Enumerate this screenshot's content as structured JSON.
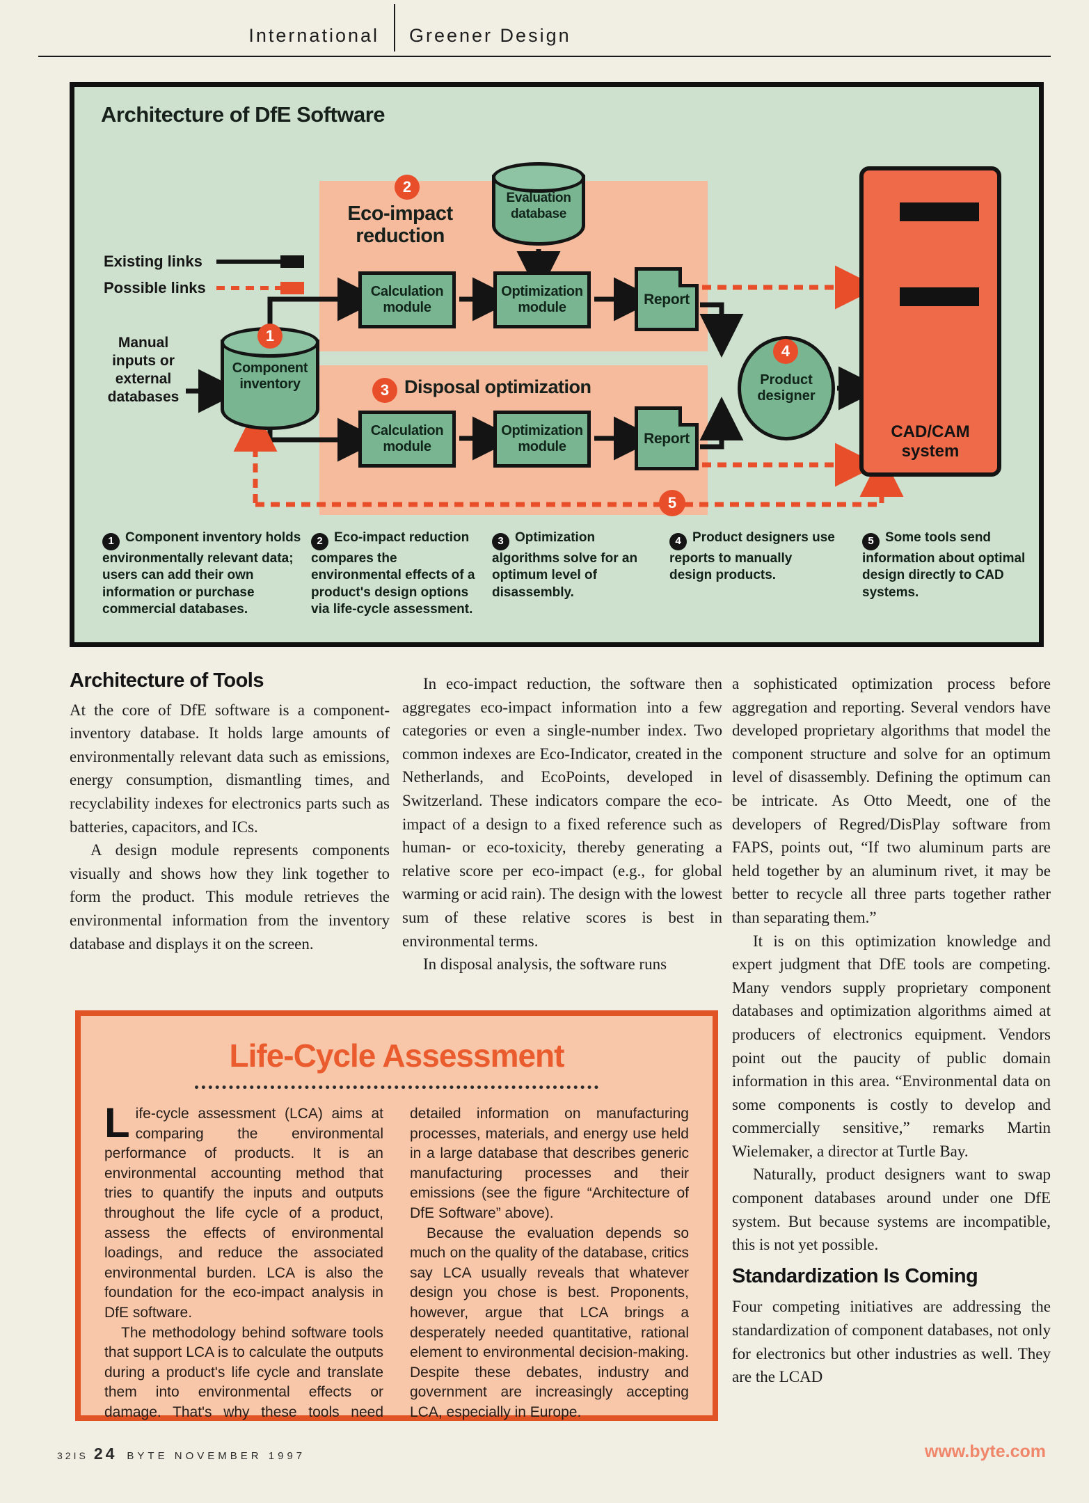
{
  "colors": {
    "accent": "#e84e2a",
    "salmon": "#f6ba9c",
    "green": "#79b591",
    "green-lid": "#8ec4a4",
    "figbg": "#cde1ce",
    "cad": "#ef6a48",
    "lcabg": "#f8c7a9",
    "lcaborder": "#e05425",
    "lcatitle": "#ea5c2d",
    "byte": "#f0876b"
  },
  "page": {
    "header": {
      "section": "International",
      "title": "Greener Design"
    },
    "footer": {
      "folio_prefix": "32IS",
      "page_number": "24",
      "magazine": "BYTE  NOVEMBER 1997",
      "site": "www.byte.com"
    }
  },
  "diagram": {
    "title": "Architecture of DfE Software",
    "legend": {
      "existing": "Existing links",
      "possible": "Possible links"
    },
    "manual_label": "Manual inputs or external databases",
    "sections": {
      "eco": "Eco-impact reduction",
      "disposal": "Disposal optimization"
    },
    "nodes": {
      "component_inventory": "Component inventory",
      "evaluation_database": "Evaluation database",
      "calculation_module": "Calculation module",
      "optimization_module": "Optimization module",
      "report": "Report",
      "product_designer": "Product designer",
      "cadcam": "CAD/CAM system"
    },
    "captions": [
      {
        "num": "1",
        "text": "Component inventory holds environmentally relevant data; users can add their own information or purchase commercial databases."
      },
      {
        "num": "2",
        "text": "Eco-impact reduction compares the environmental effects of a product's design options via life-cycle assessment."
      },
      {
        "num": "3",
        "text": "Optimization algorithms solve for an optimum level of disassembly."
      },
      {
        "num": "4",
        "text": "Product designers use reports to manually design products."
      },
      {
        "num": "5",
        "text": "Some tools send information about optimal design directly to CAD systems."
      }
    ]
  },
  "article": {
    "col1_heading": "Architecture of Tools",
    "col1_p1": "At the core of DfE software is a component-inventory database. It holds large amounts of environmentally relevant data such as emissions, energy consumption, dismantling times, and recyclability indexes for electronics parts such as batteries, capacitors, and ICs.",
    "col1_p2": "A design module represents components visually and shows how they link together to form the product. This module retrieves the environmental information from the inventory database and displays it on the screen.",
    "col2_p1": "In eco-impact reduction, the software then aggregates eco-impact information into a few categories or even a single-number index. Two common indexes are Eco-Indicator, created in the Netherlands, and EcoPoints, developed in Switzerland. These indicators compare the eco-impact of a design to a fixed reference such as human- or eco-toxicity, thereby generating a relative score per eco-impact (e.g., for global warming or acid rain). The design with the lowest sum of these relative scores is best in environmental terms.",
    "col2_p2": "In disposal analysis, the software runs",
    "col3_p1": "a sophisticated optimization process before aggregation and reporting. Several vendors have developed proprietary algorithms that model the component structure and solve for an optimum level of disassembly. Defining the optimum can be intricate. As Otto Meedt, one of the developers of Regred/DisPlay software from FAPS, points out, “If two aluminum parts are held together by an aluminum rivet, it may be better to recycle all three parts together rather than separating them.”",
    "col3_p2": "It is on this optimization knowledge and expert judgment that DfE tools are competing. Many vendors supply proprietary component databases and optimization algorithms aimed at producers of electronics equipment. Vendors point out the paucity of public domain information in this area. “Environmental data on some components is costly to develop and commercially sensitive,” remarks Martin Wielemaker, a director at Turtle Bay.",
    "col3_p3": "Naturally, product designers want to swap component databases around under one DfE system. But because systems are incompatible, this is not yet possible.",
    "col3_heading": "Standardization Is Coming",
    "col3_p4": "Four competing initiatives are addressing the standardization of component databases, not only for electronics but other industries as well. They are the LCAD"
  },
  "lca": {
    "title": "Life-Cycle Assessment",
    "p1": "Life-cycle assessment (LCA) aims at comparing the environmental performance of products. It is an environmental accounting method that tries to quantify the inputs and outputs throughout the life cycle of a product, assess the effects of environmental loadings, and reduce the associated environmental burden. LCA is also the foundation for the eco-impact analysis in DfE software.",
    "p2": "The methodology behind software tools that support LCA is to calculate the outputs during a product's life cycle and translate them into environmental effects or damage. That's why these tools need detailed information on manufacturing processes, materials, and energy use held in a large database that describes generic manufacturing processes and their emissions (see the figure “Architecture of DfE Software” above).",
    "p3": "Because the evaluation depends so much on the quality of the database, critics say LCA usually reveals that whatever design you chose is best. Proponents, however, argue that LCA brings a desperately needed quantitative, rational element to environmental decision-making. Despite these debates, industry and government are increasingly accepting LCA, especially in Europe."
  }
}
